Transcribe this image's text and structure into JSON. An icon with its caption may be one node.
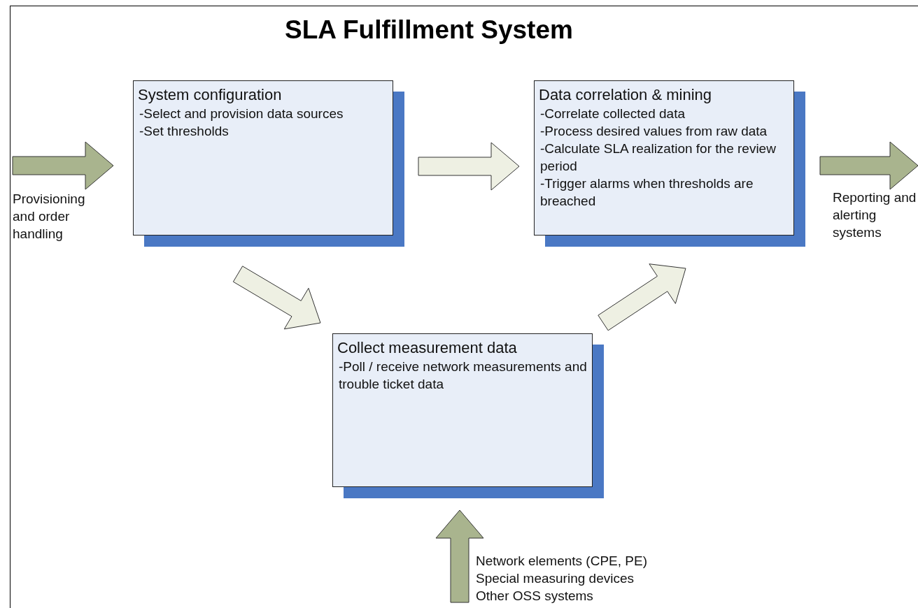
{
  "diagram": {
    "title": "SLA Fulfillment System",
    "nodes": [
      {
        "text": [
          "System configuration",
          "-Select and provision data sources",
          "-Set thresholds"
        ]
      },
      {
        "text": [
          "Data correlation & mining",
          "-Correlate collected data",
          "-Process desired values from raw data",
          "-Calculate SLA realization for the review period",
          "-Trigger alarms when thresholds are breached"
        ]
      },
      {
        "text": [
          "Collect measurement data",
          "-Poll / receive network measurements and trouble ticket data"
        ]
      },
      {
        "text": [
          "Provisioning and order handling"
        ]
      },
      {
        "text": [
          "Reporting and alerting systems"
        ]
      },
      {
        "text": [
          "Network elements (CPE, PE)",
          "Special measuring devices",
          "Other OSS systems"
        ]
      }
    ],
    "edges": [
      {
        "from": 3,
        "to": 0,
        "arrow": "to",
        "color": "#a9b48e"
      },
      {
        "from": 0,
        "to": 1,
        "arrow": "to"
      },
      {
        "from": 0,
        "to": 2,
        "arrow": "to"
      },
      {
        "from": 2,
        "to": 1,
        "arrow": "to"
      },
      {
        "from": 1,
        "to": 4,
        "arrow": "to",
        "color": "#a9b48e"
      },
      {
        "from": 5,
        "to": 2,
        "arrow": "to",
        "color": "#a9b48e"
      }
    ]
  }
}
